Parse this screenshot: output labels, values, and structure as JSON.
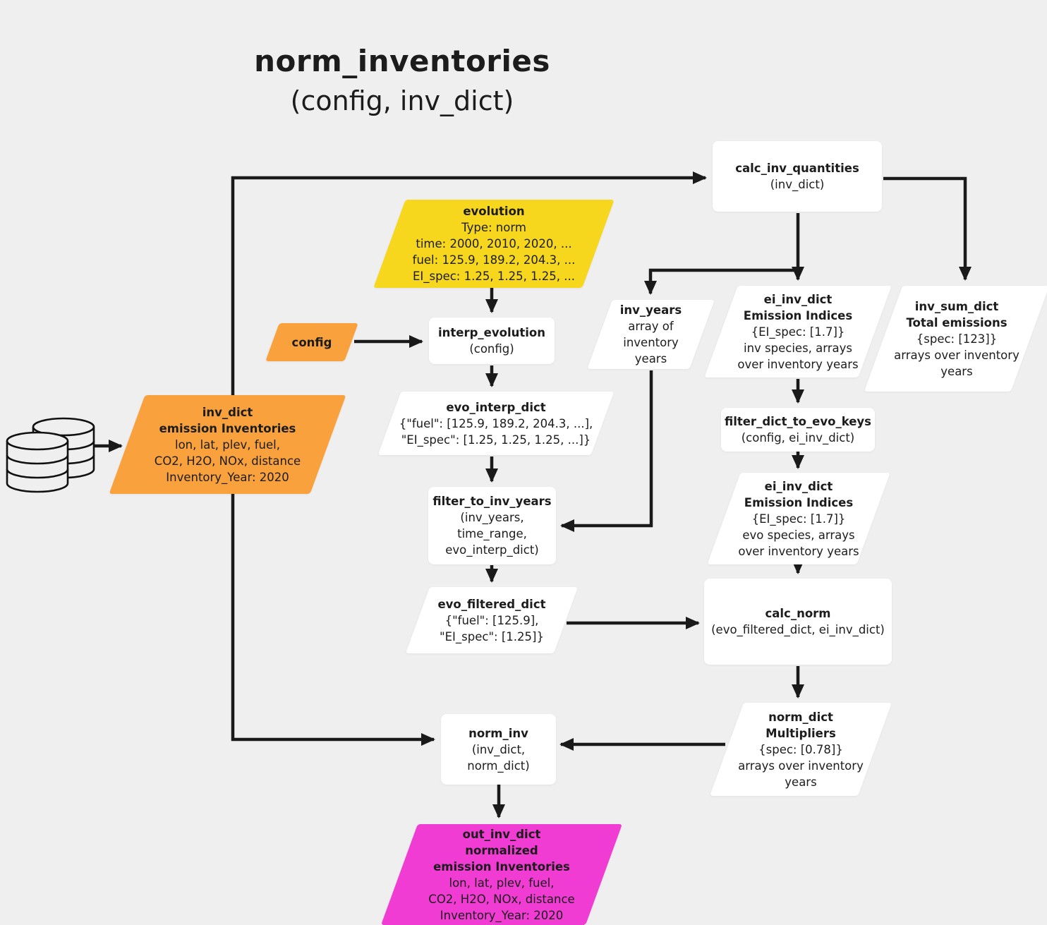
{
  "title": {
    "name": "norm_inventories",
    "params": "(config, inv_dict)"
  },
  "colors": {
    "background": "#F0EFEF",
    "node": "#FFFFFF",
    "yellow": "#F6D71E",
    "orange": "#F9A13C",
    "magenta": "#F03CD2",
    "arrow": "#1A1A1A",
    "text": "#1C1C1C"
  },
  "icons": {
    "database": "database-cylinders-icon"
  },
  "nodes": {
    "evolution": {
      "title": "evolution",
      "lines": [
        "Type: norm",
        "time: 2000, 2010, 2020, ...",
        "fuel: 125.9, 189.2, 204.3, ...",
        "EI_spec: 1.25, 1.25, 1.25, ..."
      ]
    },
    "config": {
      "title": "config"
    },
    "inv_dict": {
      "bold": [
        "inv_dict",
        "emission Inventories"
      ],
      "lines": [
        "lon, lat, plev, fuel,",
        "CO2, H2O, NOx, distance",
        "Inventory_Year: 2020"
      ]
    },
    "calc_inv_quantities": {
      "title": "calc_inv_quantities",
      "params": "(inv_dict)"
    },
    "interp_evolution": {
      "title": "interp_evolution",
      "params": "(config)"
    },
    "evo_interp_dict": {
      "title": "evo_interp_dict",
      "lines": [
        "{\"fuel\": [125.9, 189.2, 204.3, ...],",
        "\"EI_spec\": [1.25, 1.25, 1.25, ...]}"
      ]
    },
    "inv_years": {
      "title": "inv_years",
      "lines": [
        "array of inventory",
        "years"
      ]
    },
    "ei_inv_dict_1": {
      "bold": [
        "ei_inv_dict",
        "Emission Indices"
      ],
      "lines": [
        "{EI_spec: [1.7]}",
        "inv species, arrays",
        "over inventory years"
      ]
    },
    "inv_sum_dict": {
      "bold": [
        "inv_sum_dict",
        "Total emissions"
      ],
      "lines": [
        "{spec: [123]}",
        "arrays over inventory",
        "years"
      ]
    },
    "filter_to_inv_years": {
      "title": "filter_to_inv_years",
      "lines": [
        "(inv_years,",
        "time_range,",
        "evo_interp_dict)"
      ]
    },
    "filter_dict_to_evo_keys": {
      "title": "filter_dict_to_evo_keys",
      "params": "(config, ei_inv_dict)"
    },
    "ei_inv_dict_2": {
      "bold": [
        "ei_inv_dict",
        "Emission Indices"
      ],
      "lines": [
        "{EI_spec: [1.7]}",
        "evo species, arrays",
        "over inventory years"
      ]
    },
    "evo_filtered_dict": {
      "title": "evo_filtered_dict",
      "lines": [
        "{\"fuel\": [125.9],",
        "\"EI_spec\": [1.25]}"
      ]
    },
    "calc_norm": {
      "title": "calc_norm",
      "params": "(evo_filtered_dict, ei_inv_dict)"
    },
    "norm_dict": {
      "bold": [
        "norm_dict",
        "Multipliers"
      ],
      "lines": [
        "{spec: [0.78]}",
        "arrays over inventory",
        "years"
      ]
    },
    "norm_inv": {
      "title": "norm_inv",
      "lines": [
        "(inv_dict,",
        "norm_dict)"
      ]
    },
    "out_inv_dict": {
      "bold": [
        "out_inv_dict",
        "normalized",
        "emission Inventories"
      ],
      "lines": [
        "lon, lat, plev, fuel,",
        "CO2, H2O, NOx, distance",
        "Inventory_Year: 2020"
      ]
    }
  }
}
